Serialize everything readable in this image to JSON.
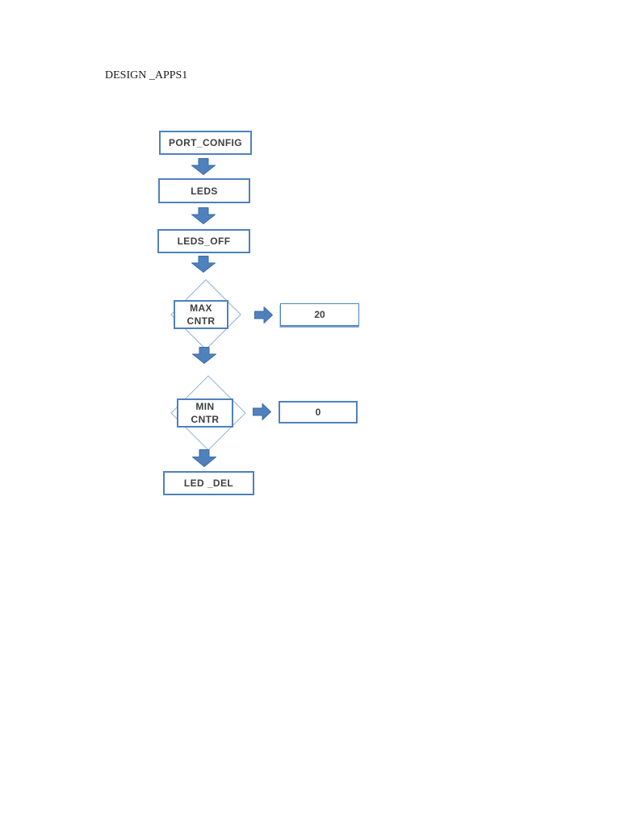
{
  "document": {
    "heading": "DESIGN _APPS1"
  },
  "colors": {
    "box_border": "#4f81bd",
    "diamond_border": "#8db0d9",
    "arrow_fill": "#4f81bd",
    "arrow_stroke": "#3a6ba8",
    "label_text": "#3f3f3f"
  },
  "flowchart": {
    "process_boxes": [
      {
        "label": "PORT_CONFIG"
      },
      {
        "label": "LEDS"
      },
      {
        "label": "LEDS_OFF"
      },
      {
        "label": "LED _DEL"
      }
    ],
    "decisions": [
      {
        "line1": "MAX",
        "line2": "CNTR",
        "value": "20"
      },
      {
        "line1": "MIN",
        "line2": "CNTR",
        "value": "0"
      }
    ]
  }
}
